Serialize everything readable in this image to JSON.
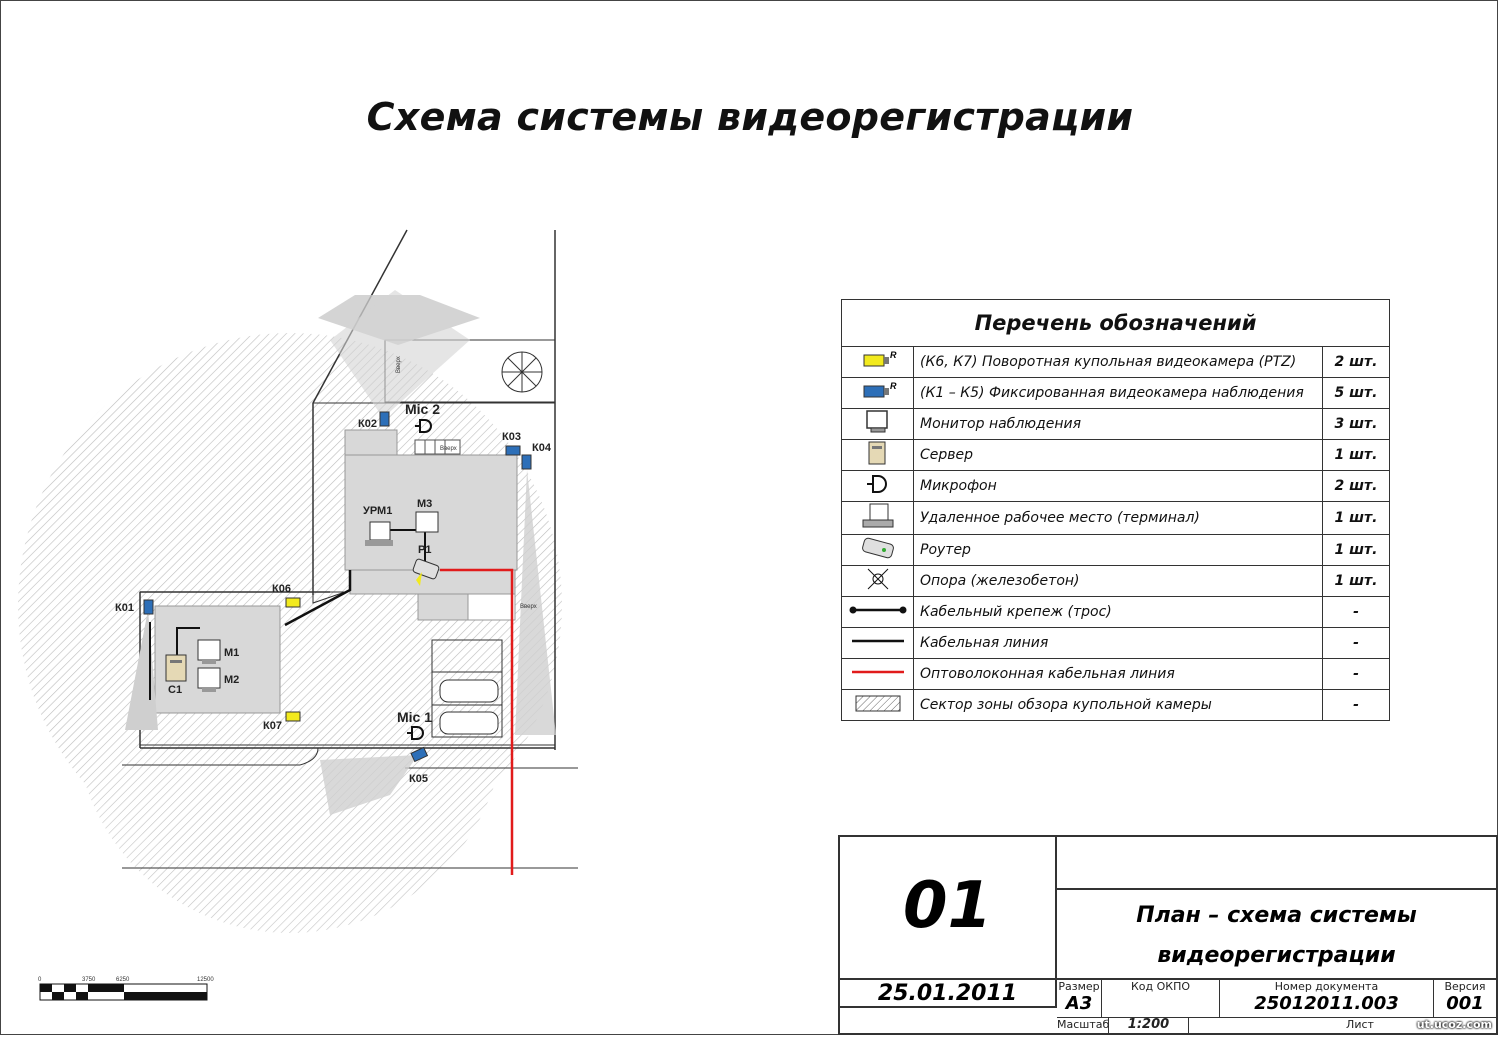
{
  "title": "Схема системы видеорегистрации",
  "plan": {
    "cameras": [
      "К01",
      "К02",
      "К03",
      "К04",
      "К05",
      "К06",
      "К07"
    ],
    "mics": [
      "Mic 1",
      "Mic 2"
    ],
    "devices": {
      "urm": "УРМ1",
      "m1": "M1",
      "m2": "M2",
      "m3": "M3",
      "c1": "C1",
      "p1": "P1"
    },
    "stair_note": "Вверх"
  },
  "scale_bar": {
    "ticks": [
      "0",
      "3750",
      "6250",
      "12500"
    ]
  },
  "legend": {
    "title": "Перечень обозначений",
    "rows": [
      {
        "icon": "ptz-camera-icon",
        "text": "(К6, К7) Поворотная купольная видеокамера (PTZ)",
        "qty": "2 шт."
      },
      {
        "icon": "fixed-camera-icon",
        "text": "(К1 – К5) Фиксированная видеокамера наблюдения",
        "qty": "5 шт."
      },
      {
        "icon": "monitor-icon",
        "text": "Монитор наблюдения",
        "qty": "3 шт."
      },
      {
        "icon": "server-icon",
        "text": "Сервер",
        "qty": "1 шт."
      },
      {
        "icon": "microphone-icon",
        "text": "Микрофон",
        "qty": "2 шт."
      },
      {
        "icon": "terminal-icon",
        "text": "Удаленное рабочее место (терминал)",
        "qty": "1 шт."
      },
      {
        "icon": "router-icon",
        "text": "Роутер",
        "qty": "1 шт."
      },
      {
        "icon": "pole-icon",
        "text": "Опора (железобетон)",
        "qty": "1 шт."
      },
      {
        "icon": "cable-mount-icon",
        "text": "Кабельный крепеж (трос)",
        "qty": "-"
      },
      {
        "icon": "cable-line-icon",
        "text": "Кабельная линия",
        "qty": "-"
      },
      {
        "icon": "fiber-line-icon",
        "text": "Оптоволоконная кабельная линия",
        "qty": "-"
      },
      {
        "icon": "hatch-sector-icon",
        "text": "Сектор зоны обзора купольной камеры",
        "qty": "-"
      }
    ]
  },
  "stamp": {
    "sheet": "01",
    "date": "25.01.2011",
    "doc_title_line1": "План – схема системы",
    "doc_title_line2": "видеорегистрации",
    "size_label": "Размер",
    "size_value": "A3",
    "okpo_label": "Код ОКПО",
    "docnum_label": "Номер документа",
    "docnum_value": "25012011.003",
    "version_label": "Версия",
    "version_value": "001",
    "scale_label": "Масштаб",
    "scale_value": "1:200",
    "sheet_label": "Лист"
  },
  "watermark": "ut.ucoz.com",
  "colors": {
    "ptz": "#f2ea1e",
    "fixed": "#2d6fb8",
    "fiber": "#e11b1b",
    "fov": "#d9d9d9"
  }
}
